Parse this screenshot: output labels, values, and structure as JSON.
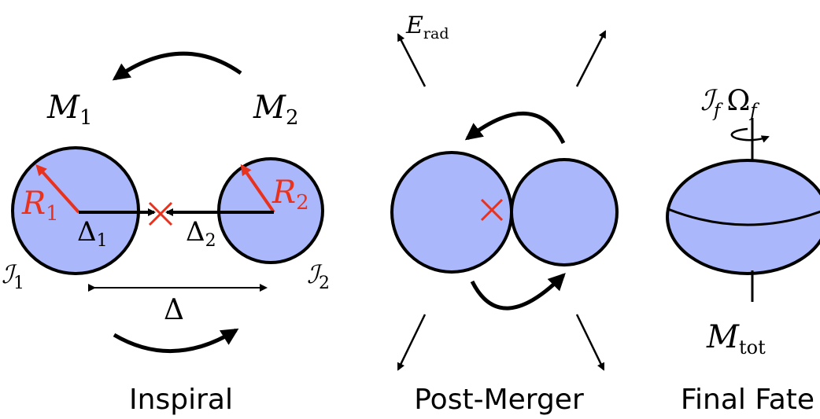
{
  "colors": {
    "body_fill": "#aab7fa",
    "outline": "#000000",
    "accent": "#e8321e"
  },
  "inspiral": {
    "caption": "Inspiral",
    "mass1": "M",
    "mass1_sub": "1",
    "mass2": "M",
    "mass2_sub": "2",
    "radius1": "R",
    "radius1_sub": "1",
    "radius2": "R",
    "radius2_sub": "2",
    "delta1": "Δ",
    "delta1_sub": "1",
    "delta2": "Δ",
    "delta2_sub": "2",
    "inertia1": "ℐ",
    "inertia1_sub": "1",
    "inertia2": "ℐ",
    "inertia2_sub": "2",
    "separation": "Δ"
  },
  "post_merger": {
    "caption": "Post-Merger",
    "energy": "E",
    "energy_sub": "rad"
  },
  "final_fate": {
    "caption": "Final Fate",
    "inertia": "ℐ",
    "inertia_sub": "f",
    "omega": "Ω",
    "omega_sub": "f",
    "mass": "M",
    "mass_sub": "tot"
  }
}
